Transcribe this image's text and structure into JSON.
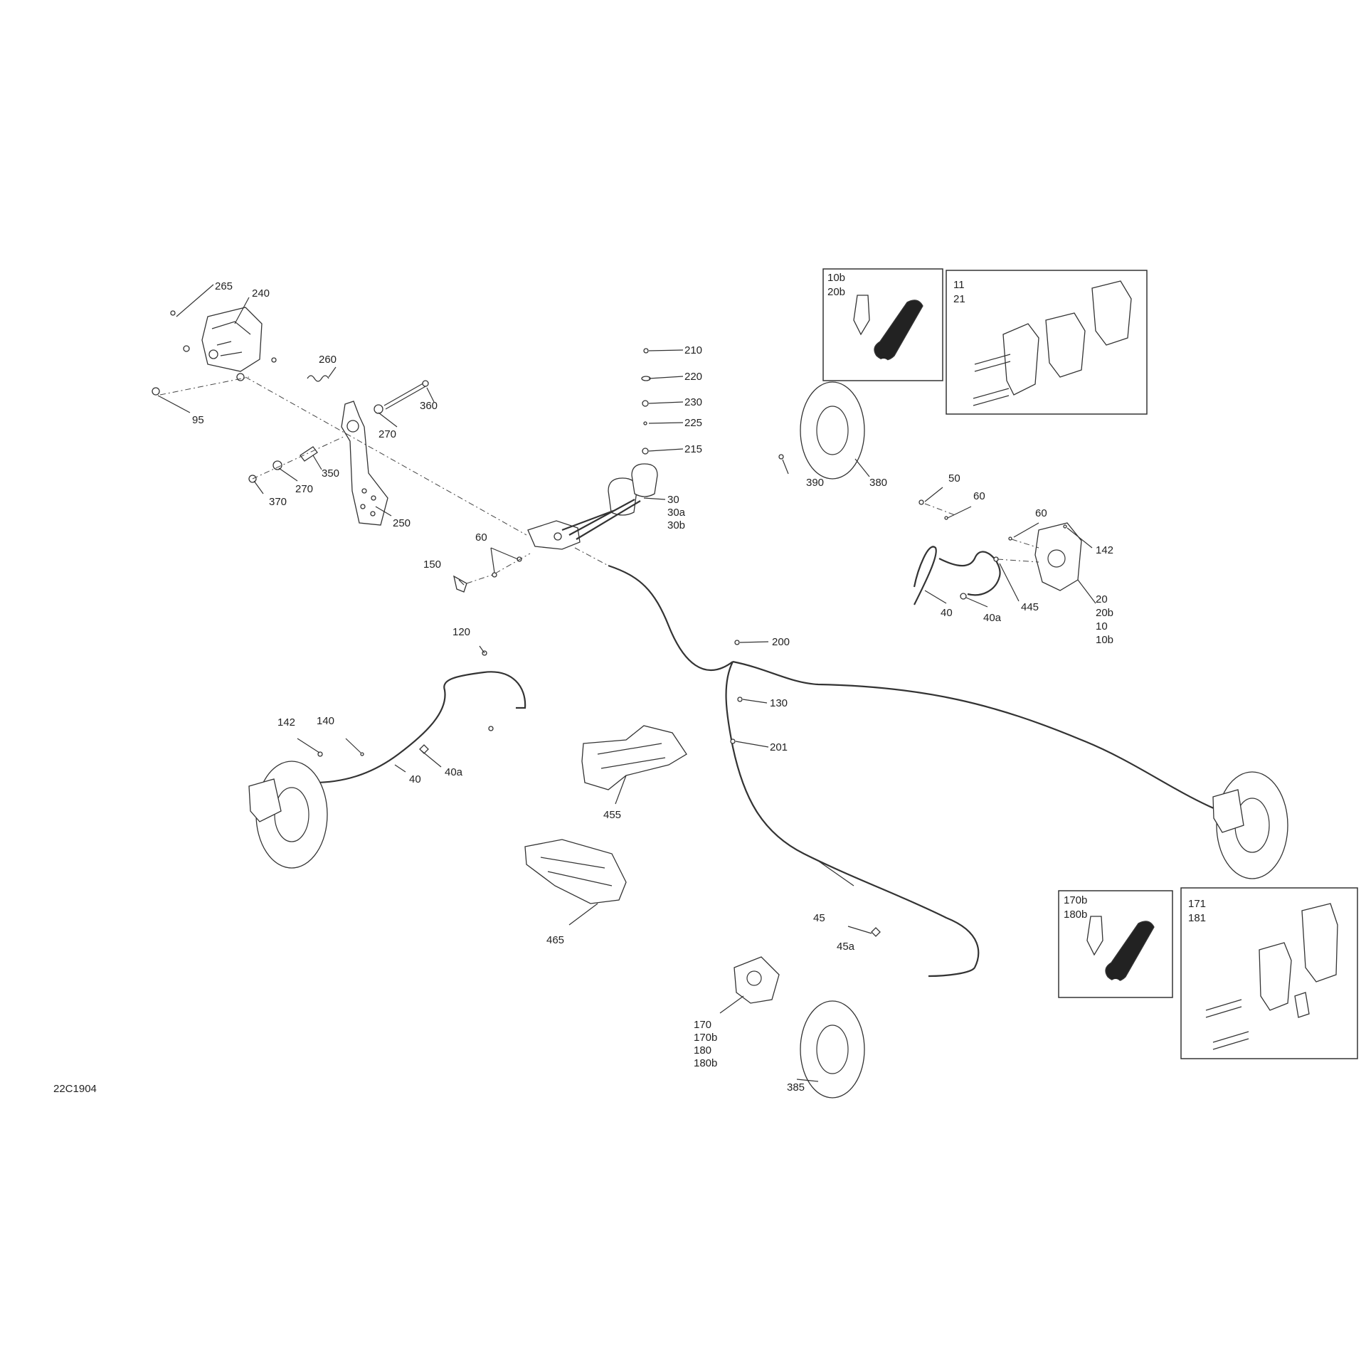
{
  "diagram_code": "22C1904",
  "callouts": {
    "c265": "265",
    "c240": "240",
    "c95": "95",
    "c260": "260",
    "c360": "360",
    "c270a": "270",
    "c270b": "270",
    "c350": "350",
    "c370": "370",
    "c250": "250",
    "c210": "210",
    "c220": "220",
    "c230": "230",
    "c225": "225",
    "c215": "215",
    "c30": "30",
    "c30a": "30a",
    "c30b": "30b",
    "c60a": "60",
    "c150": "150",
    "c120": "120",
    "c142a": "142",
    "c140": "140",
    "c40a_l": "40a",
    "c40_l": "40",
    "c455": "455",
    "c465": "465",
    "c200": "200",
    "c130": "130",
    "c201": "201",
    "c45": "45",
    "c45a": "45a",
    "c170": "170",
    "c170b": "170b",
    "c180": "180",
    "c180b": "180b",
    "c385": "385",
    "c390": "390",
    "c380": "380",
    "c50": "50",
    "c60b": "60",
    "c60c": "60",
    "c142b": "142",
    "c40_r": "40",
    "c40a_r": "40a",
    "c445": "445",
    "c20": "20",
    "c20b": "20b",
    "c10": "10",
    "c10b": "10b"
  },
  "inset_boxes": {
    "bleeder_front": [
      "10b",
      "20b"
    ],
    "pads_front": [
      "11",
      "21"
    ],
    "bleeder_rear": [
      "170b",
      "180b"
    ],
    "pads_rear": [
      "171",
      "181"
    ]
  }
}
